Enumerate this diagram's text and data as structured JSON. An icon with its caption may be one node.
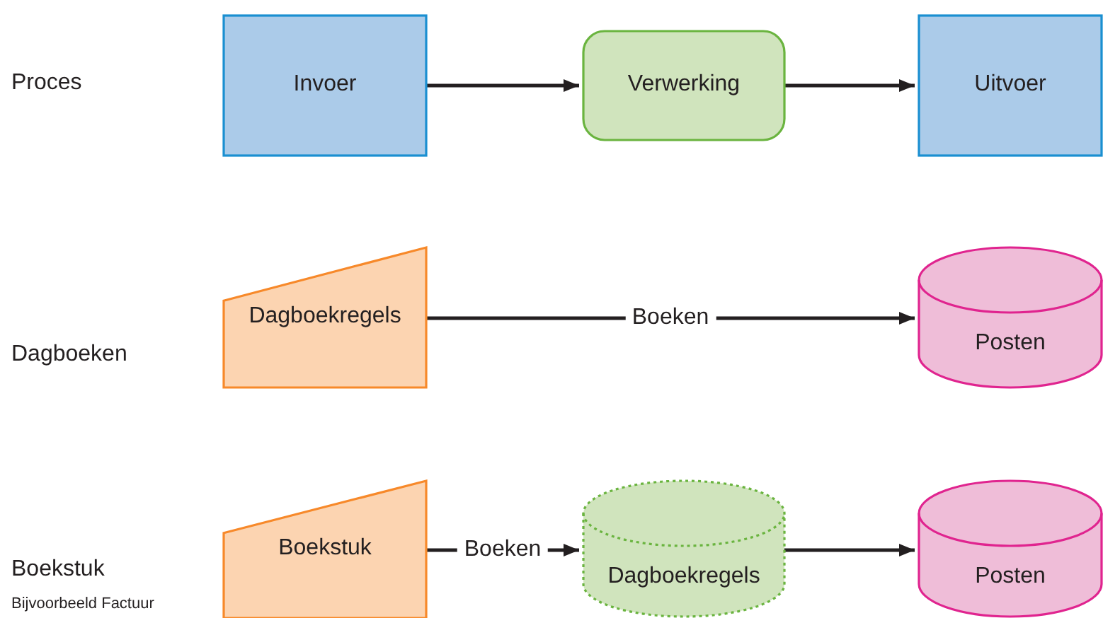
{
  "diagram": {
    "nodes": [
      {
        "text": [
          "Invoer"
        ]
      },
      {
        "text": [
          "Verwerking"
        ]
      },
      {
        "text": [
          "Uitvoer"
        ]
      },
      {
        "text": [
          "Dagboekregels"
        ]
      },
      {
        "text": [
          "Posten"
        ]
      },
      {
        "text": [
          "Boekstuk"
        ]
      },
      {
        "text": [
          "Dagboekregels"
        ]
      },
      {
        "text": [
          "Posten"
        ]
      }
    ],
    "edges": [
      {
        "from": 0,
        "to": 1,
        "arrow": "to"
      },
      {
        "from": 1,
        "to": 2,
        "arrow": "to"
      },
      {
        "from": 3,
        "to": 4,
        "arrow": "to",
        "label": "Boeken"
      },
      {
        "from": 5,
        "to": 6,
        "arrow": "to",
        "label": "Boeken"
      },
      {
        "from": 6,
        "to": 7,
        "arrow": "to"
      }
    ],
    "labels": [
      "Proces",
      "Dagboeken",
      "Boekstuk",
      "Bijvoorbeeld Factuur"
    ]
  }
}
